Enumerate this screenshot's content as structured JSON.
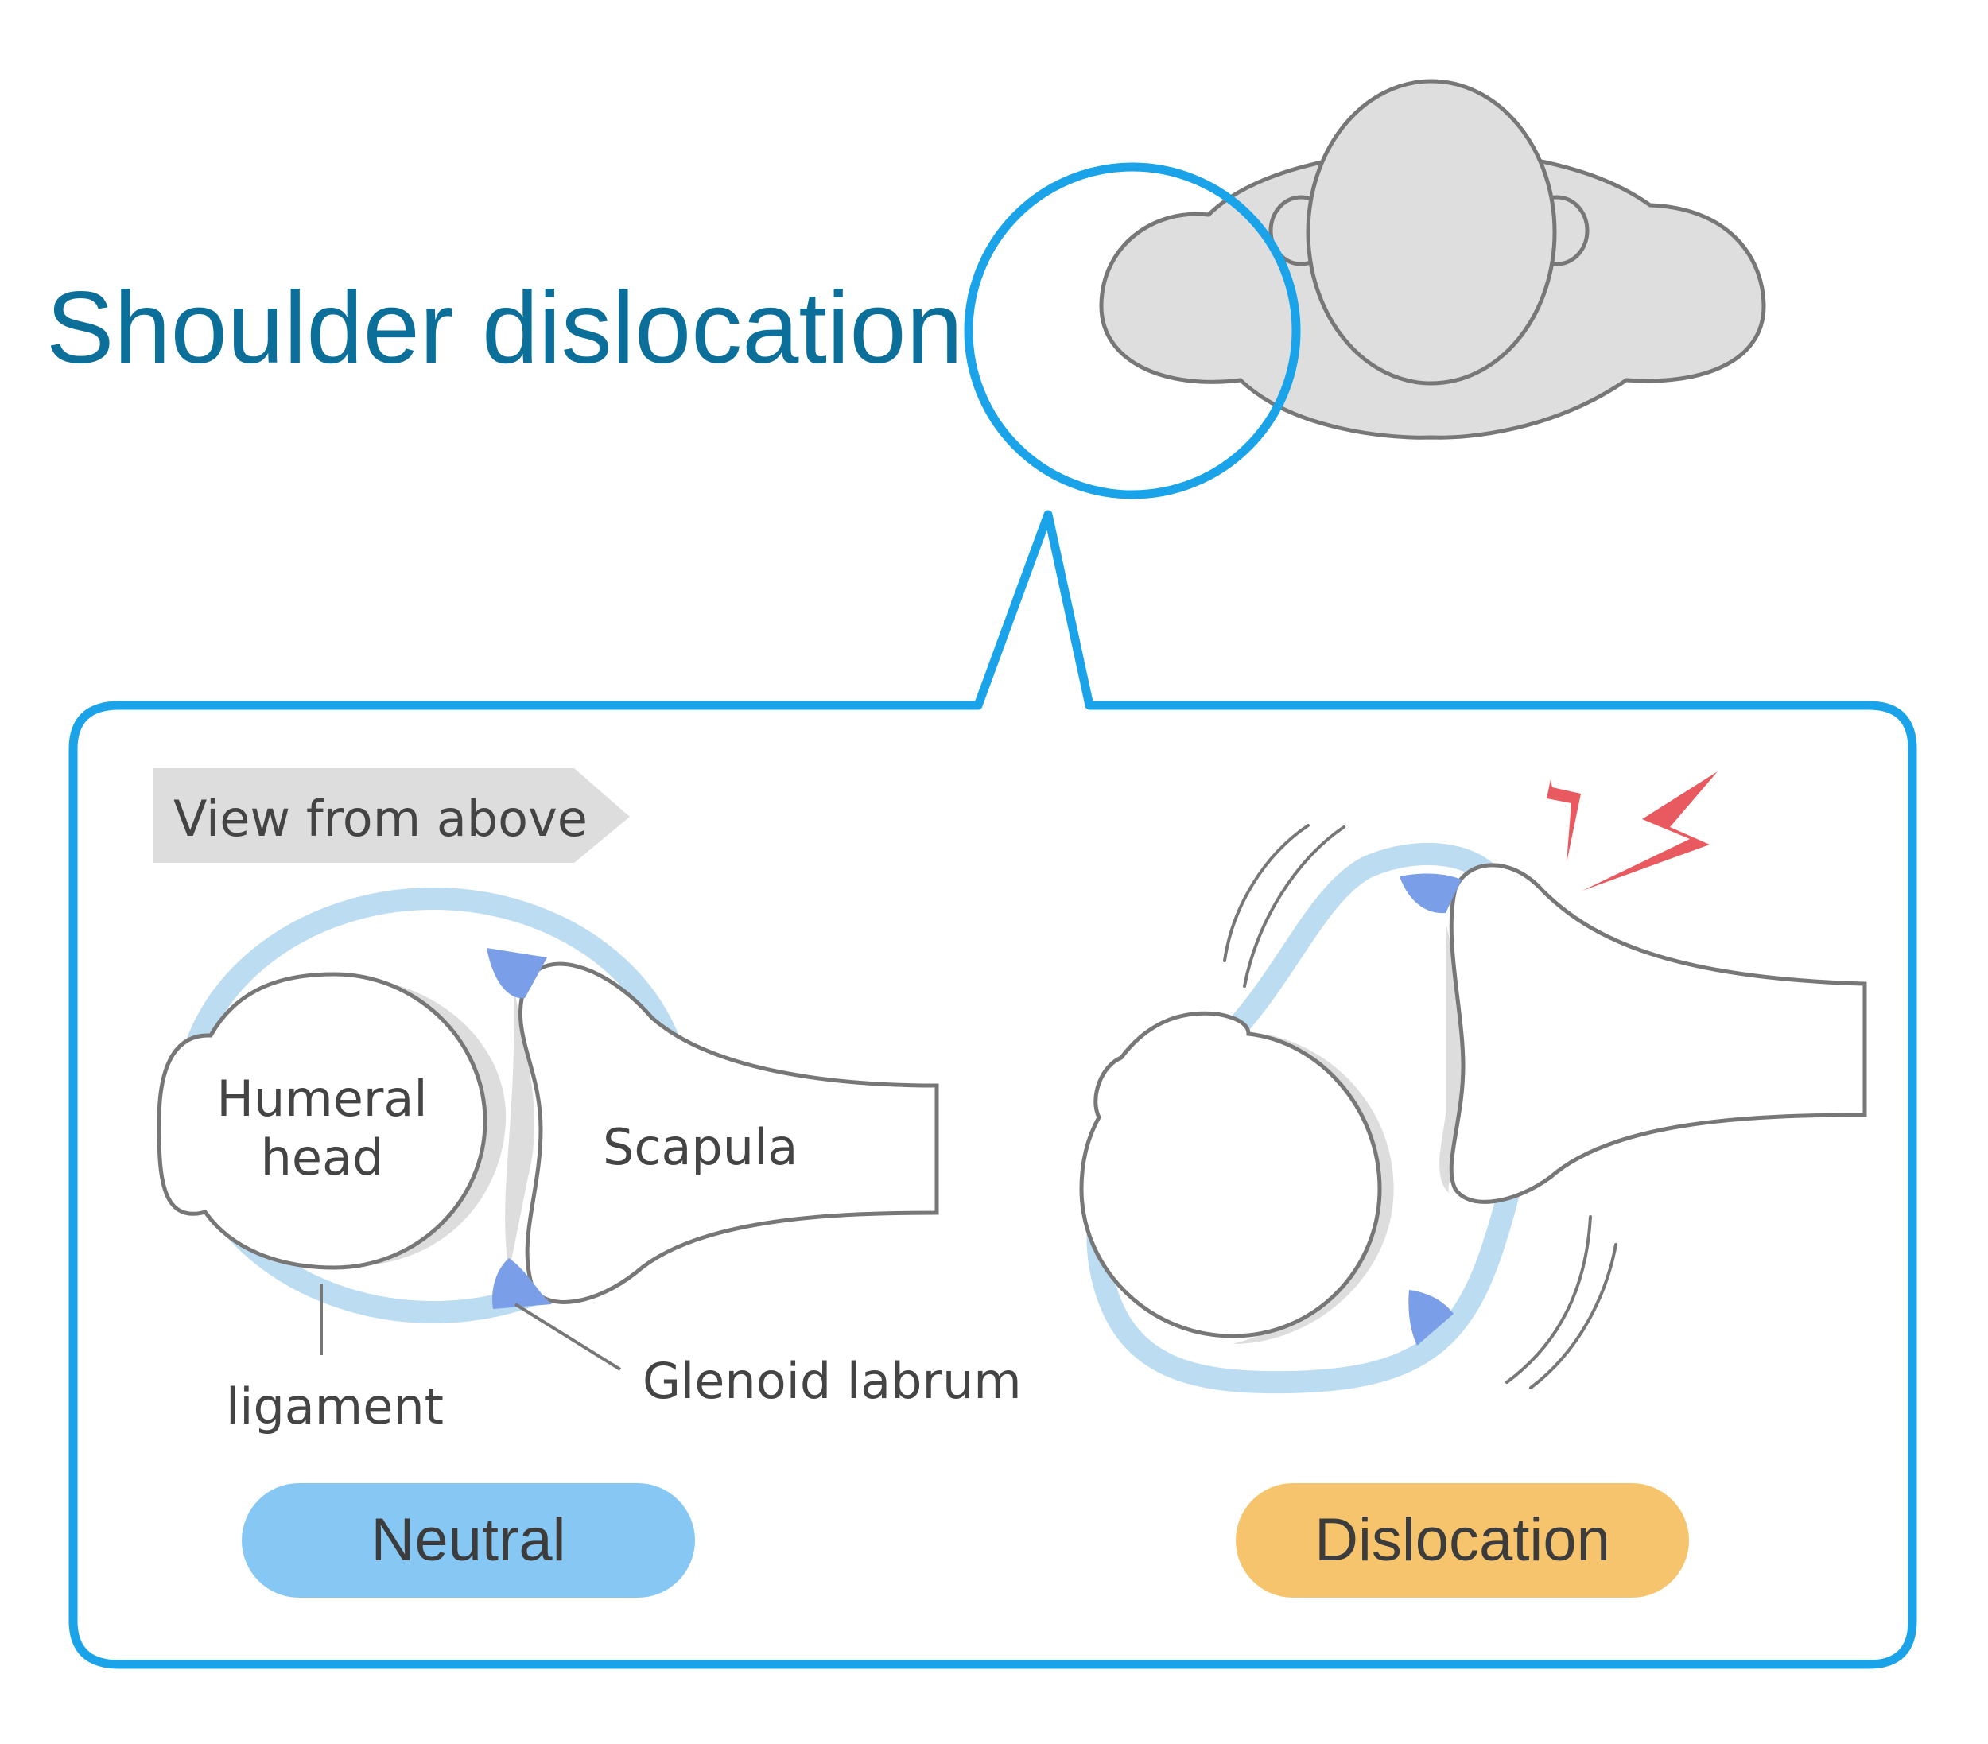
{
  "title": "Shoulder dislocation",
  "view_label": "View from above",
  "labels": {
    "humeral_line1": "Humeral",
    "humeral_line2": "head",
    "scapula": "Scapula",
    "ligament": "ligament",
    "glenoid": "Glenoid labrum"
  },
  "states": {
    "neutral": "Neutral",
    "dislocation": "Dislocation"
  },
  "colors": {
    "title": "#0b6f9a",
    "frame": "#1aa3e8",
    "body_fill": "#dedede",
    "outline": "#777777",
    "ligament": "#bcdcf2",
    "labrum": "#7a9ee8",
    "neutral_pill": "#86c7f3",
    "dislocation_pill": "#f6c46c",
    "pain_bolt": "#e85a5f",
    "banner": "#dddddd"
  }
}
